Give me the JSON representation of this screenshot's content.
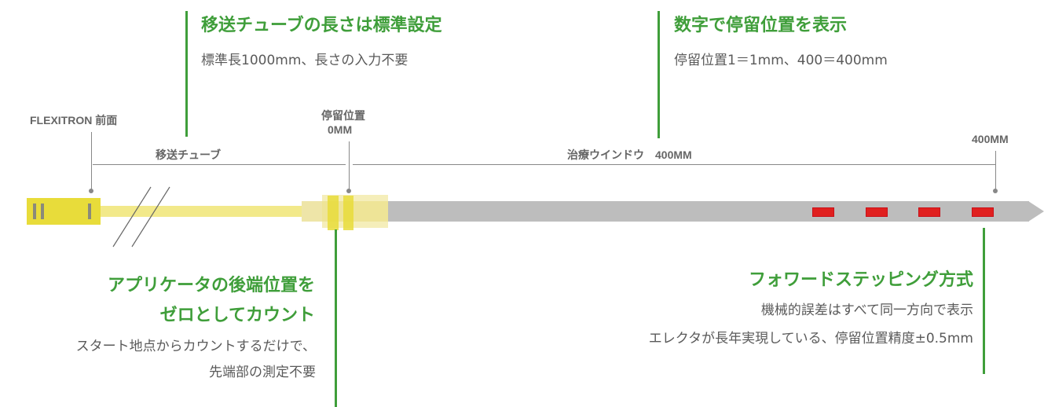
{
  "top_left": {
    "title": "移送チューブの長さは標準設定",
    "body": "標準長1000mm、長さの入力不要"
  },
  "top_right": {
    "title": "数字で停留位置を表示",
    "body": "停留位置1＝1mm、400＝400mm"
  },
  "labels": {
    "front": "FLEXITRON 前面",
    "stop_line1": "停留位置",
    "stop_line2": "0MM",
    "end_mm": "400MM",
    "tube": "移送チューブ",
    "window": "治療ウインドウ　400MM"
  },
  "bottom_left": {
    "title_line1": "アプリケータの後端位置を",
    "title_line2": "ゼロとしてカウント",
    "body_line1": "スタート地点からカウントするだけで、",
    "body_line2": "先端部の測定不要"
  },
  "bottom_right": {
    "title": "フォワードステッピング方式",
    "body_line1": "機械的誤差はすべて同一方向で表示",
    "body_line2": "エレクタが長年実現している、停留位置精度±0.5mm"
  },
  "colors": {
    "accent_green": "#3f9e3a",
    "tube_yellow": "#f2e98a",
    "connector_yellow": "#e8dc3a",
    "catheter_gray": "#bdbdbd",
    "dwell_red": "#e0201f"
  },
  "icons": [
    "slash-break-icon"
  ]
}
